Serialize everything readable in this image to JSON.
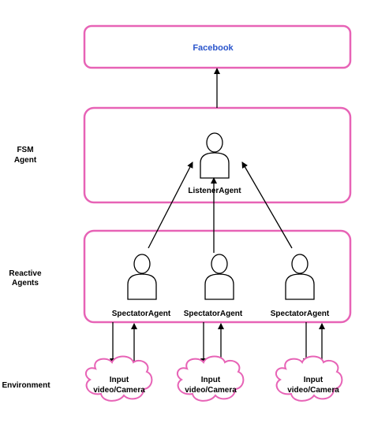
{
  "labels": {
    "facebook": "Facebook",
    "fsm_line1": "FSM",
    "fsm_line2": "Agent",
    "reactive_line1": "Reactive",
    "reactive_line2": "Agents",
    "environment": "Environment"
  },
  "agents": {
    "listener": "ListenerAgent",
    "spectators": [
      "SpectatorAgent",
      "SpectatorAgent",
      "SpectatorAgent"
    ]
  },
  "inputs": [
    {
      "line1": "Input",
      "line2": "video/Camera"
    },
    {
      "line1": "Input",
      "line2": "video/Camera"
    },
    {
      "line1": "Input",
      "line2": "video/Camera"
    }
  ],
  "colors": {
    "box_border": "#e763b6",
    "facebook_text": "#2a55cc",
    "text": "#000000",
    "line": "#000000"
  }
}
